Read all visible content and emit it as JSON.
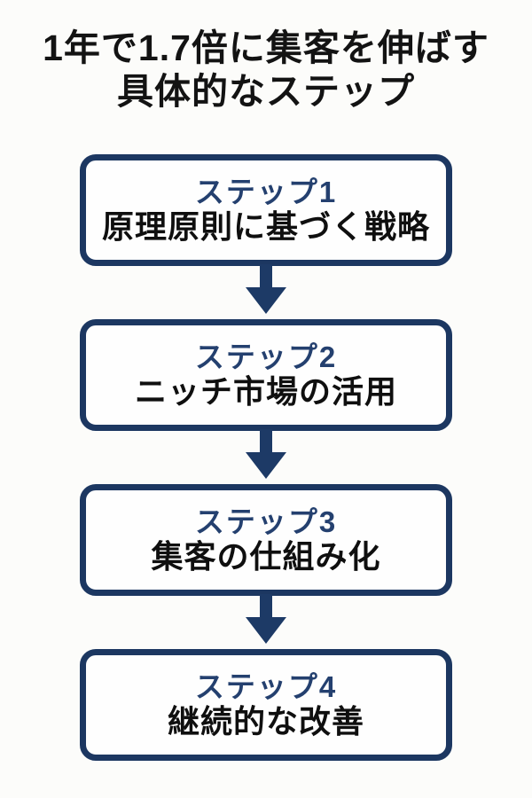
{
  "title": {
    "line1": "1年で1.7倍に集客を伸ばす",
    "line2": "具体的なステップ"
  },
  "steps": [
    {
      "label": "ステップ1",
      "description": "原理原則に基づく戦略"
    },
    {
      "label": "ステップ2",
      "description": "ニッチ市場の活用"
    },
    {
      "label": "ステップ3",
      "description": "集客の仕組み化"
    },
    {
      "label": "ステップ4",
      "description": "継続的な改善"
    }
  ],
  "icons": {
    "between_steps": "arrow-down-icon"
  },
  "colors": {
    "background": "#fcfcfa",
    "box_border_navy": "#1c3761",
    "arrow_navy": "#1d3a66",
    "step_label_blue": "#24406f",
    "title_text": "#131313",
    "description_text": "#0f0f0f",
    "box_fill": "#fefefe"
  }
}
